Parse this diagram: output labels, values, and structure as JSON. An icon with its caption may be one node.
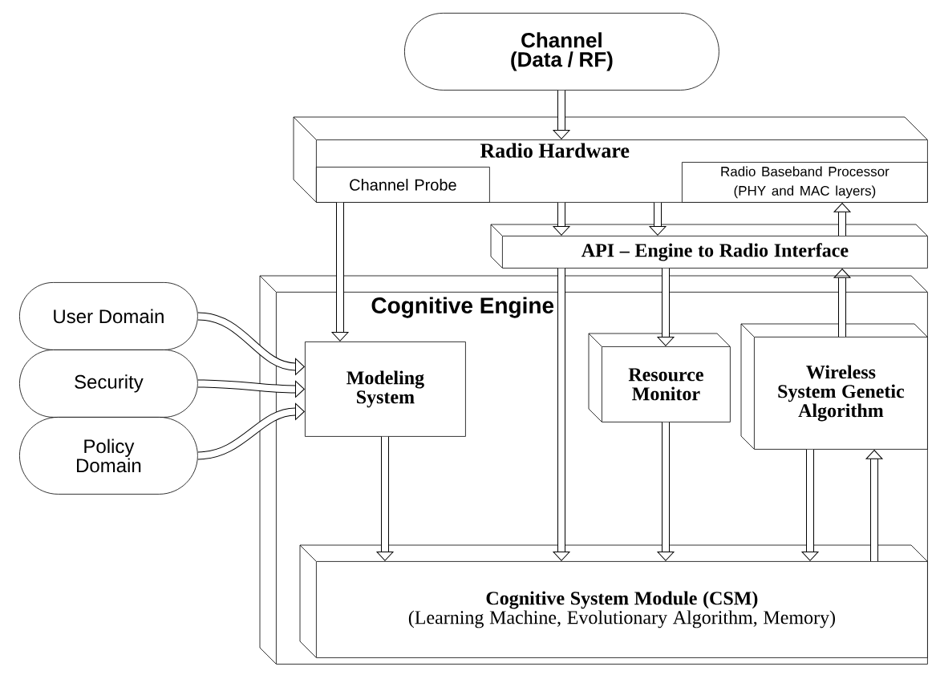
{
  "diagram": {
    "nodes": [
      {
        "text": [
          "Channel (Data / RF)"
        ]
      },
      {
        "text": [
          "Radio Hardware"
        ]
      },
      {
        "text": [
          "Channel Probe"
        ],
        "in": 1
      },
      {
        "text": [
          "Radio Baseband Processor (PHY and MAC layers)"
        ],
        "in": 1
      },
      {
        "text": [
          "API – Engine to Radio Interface"
        ]
      },
      {
        "text": [
          "Cognitive Engine"
        ]
      },
      {
        "text": [
          "Modeling System"
        ],
        "in": 5
      },
      {
        "text": [
          "Resource Monitor"
        ],
        "in": 5
      },
      {
        "text": [
          "Wireless System Genetic Algorithm"
        ],
        "in": 5
      },
      {
        "text": [
          "Cognitive System Module (CSM)",
          "(Learning Machine, Evolutionary Algorithm, Memory)"
        ],
        "in": 5
      },
      {
        "text": [
          "User Domain"
        ]
      },
      {
        "text": [
          "Security"
        ]
      },
      {
        "text": [
          "Policy Domain"
        ]
      }
    ],
    "edges": [
      {
        "from": 0,
        "to": 1,
        "arrow": "to"
      },
      {
        "from": 1,
        "to": 4,
        "arrow": "to"
      },
      {
        "from": 1,
        "to": 4,
        "arrow": "to"
      },
      {
        "from": 4,
        "to": 9,
        "arrow": "to"
      },
      {
        "from": 4,
        "to": 7,
        "arrow": "to"
      },
      {
        "from": 4,
        "to": 3,
        "arrow": "to"
      },
      {
        "from": 8,
        "to": 4,
        "arrow": "to"
      },
      {
        "from": 2,
        "to": 6,
        "arrow": "to"
      },
      {
        "from": 6,
        "to": 9,
        "arrow": "to"
      },
      {
        "from": 7,
        "to": 9,
        "arrow": "to"
      },
      {
        "from": 8,
        "to": 9,
        "arrow": "to"
      },
      {
        "from": 9,
        "to": 8,
        "arrow": "to"
      },
      {
        "from": 10,
        "to": 6,
        "arrow": "to"
      },
      {
        "from": 11,
        "to": 6,
        "arrow": "to"
      },
      {
        "from": 12,
        "to": 6,
        "arrow": "to"
      }
    ]
  }
}
